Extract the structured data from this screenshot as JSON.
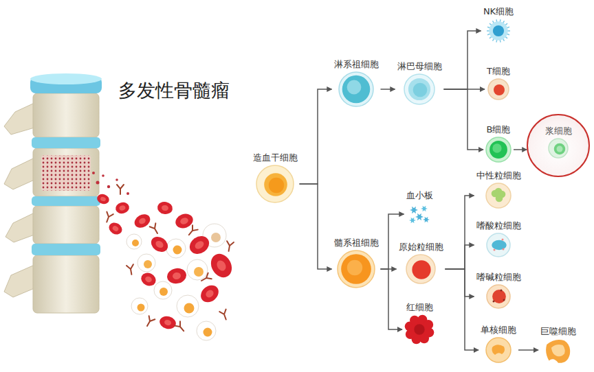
{
  "diagram": {
    "title": "多发性骨髓瘤",
    "nodes": [
      {
        "text": [
          "造血干细胞"
        ]
      },
      {
        "text": [
          "淋系祖细胞"
        ]
      },
      {
        "text": [
          "淋巴母细胞"
        ]
      },
      {
        "text": [
          "NK细胞"
        ]
      },
      {
        "text": [
          "T细胞"
        ]
      },
      {
        "text": [
          "B细胞"
        ]
      },
      {
        "text": [
          "浆细胞"
        ]
      },
      {
        "text": [
          "髓系祖细胞"
        ]
      },
      {
        "text": [
          "血小板"
        ]
      },
      {
        "text": [
          "原始粒细胞"
        ]
      },
      {
        "text": [
          "红细胞"
        ]
      },
      {
        "text": [
          "中性粒细胞"
        ]
      },
      {
        "text": [
          "嗜酸粒细胞"
        ]
      },
      {
        "text": [
          "嗜碱粒细胞"
        ]
      },
      {
        "text": [
          "单核细胞"
        ]
      },
      {
        "text": [
          "巨噬细胞"
        ]
      }
    ],
    "edges": [
      {
        "from": 0,
        "to": 1,
        "arrow": "to"
      },
      {
        "from": 0,
        "to": 7,
        "arrow": "to"
      },
      {
        "from": 1,
        "to": 2,
        "arrow": "to"
      },
      {
        "from": 2,
        "to": 3,
        "arrow": "to"
      },
      {
        "from": 2,
        "to": 4,
        "arrow": "to"
      },
      {
        "from": 2,
        "to": 5,
        "arrow": "to"
      },
      {
        "from": 5,
        "to": 6,
        "arrow": "to"
      },
      {
        "from": 7,
        "to": 8,
        "arrow": "to"
      },
      {
        "from": 7,
        "to": 9,
        "arrow": "to"
      },
      {
        "from": 7,
        "to": 10,
        "arrow": "to"
      },
      {
        "from": 9,
        "to": 11,
        "arrow": "to"
      },
      {
        "from": 9,
        "to": 12,
        "arrow": "to"
      },
      {
        "from": 9,
        "to": 13,
        "arrow": "to"
      },
      {
        "from": 9,
        "to": 14,
        "arrow": "to"
      },
      {
        "from": 14,
        "to": 15,
        "arrow": "to"
      }
    ]
  }
}
